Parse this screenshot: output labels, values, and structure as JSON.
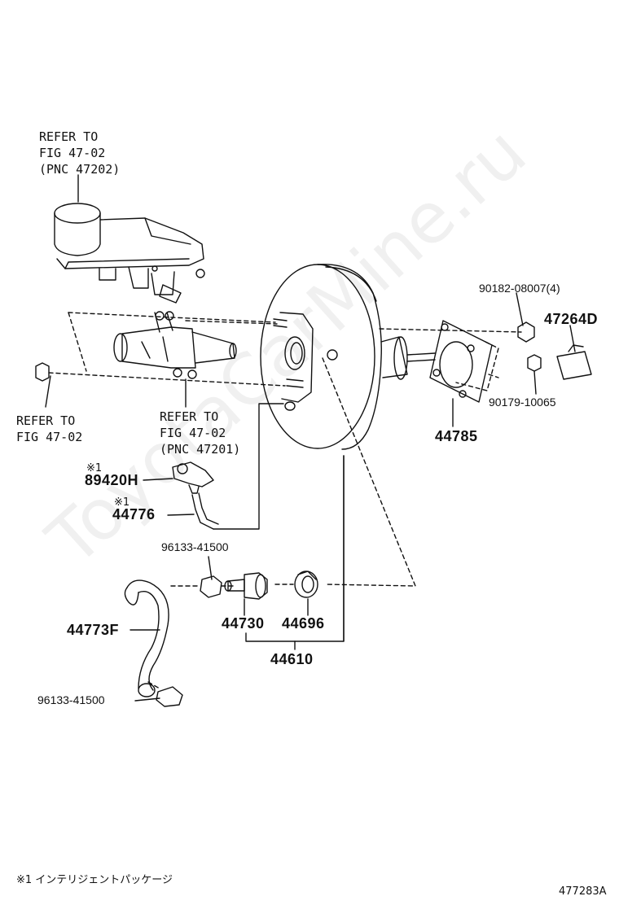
{
  "diagram": {
    "watermark": "ToyotaCarMine.ru",
    "refer_reservoir": "REFER TO\nFIG 47-02\n(PNC 47202)",
    "refer_master_cylinder": "REFER TO\nFIG 47-02\n(PNC 47201)",
    "refer_nut": "REFER TO\nFIG 47-02",
    "note_mark_1": "※1",
    "note_mark_2": "※1",
    "parts": {
      "p90182": "90182-08007(4)",
      "p47264D": "47264D",
      "p90179": "90179-10065",
      "p44785": "44785",
      "p89420H": "89420H",
      "p44776": "44776",
      "p96133_top": "96133-41500",
      "p44773F": "44773F",
      "p44730": "44730",
      "p44696": "44696",
      "p44610": "44610",
      "p96133_bottom": "96133-41500"
    },
    "footnote": "※1 インテリジェントパッケージ",
    "figure_id": "477283A"
  }
}
